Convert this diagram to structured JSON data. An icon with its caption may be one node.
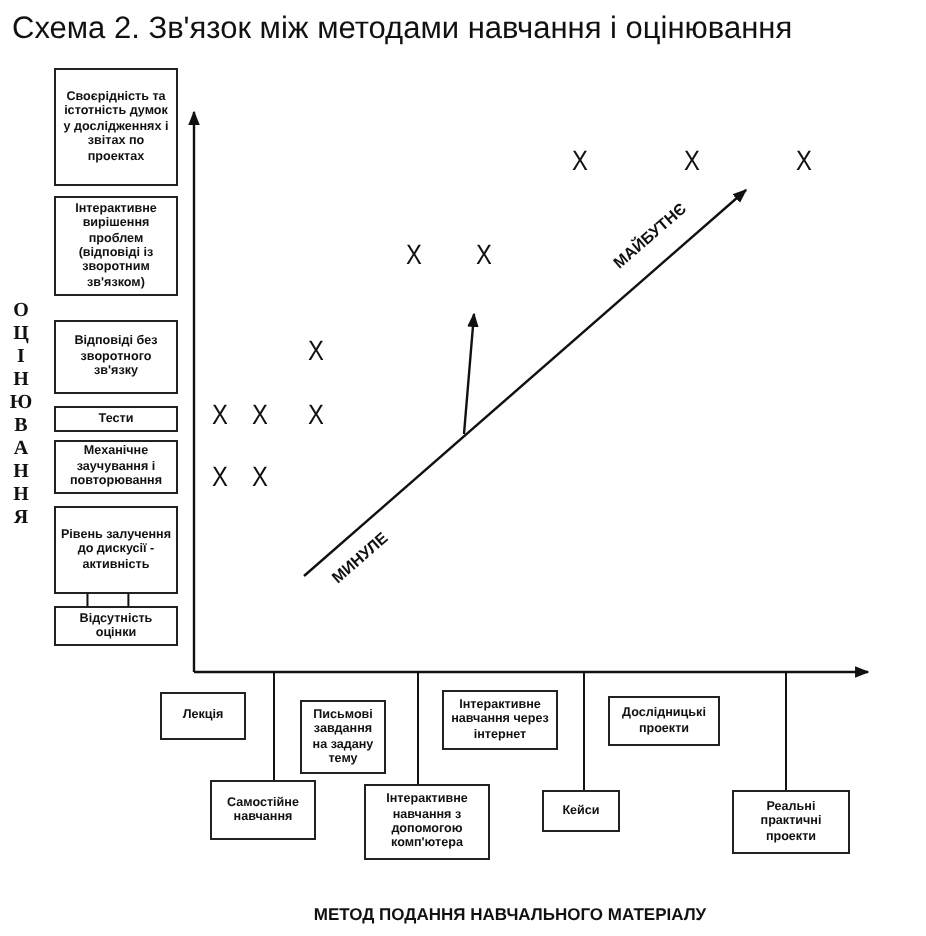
{
  "diagram": {
    "title": "Схема 2. Зв'язок між методами навчання і оцінювання",
    "nodes": [
      {
        "text": [
          "Своєрідність та істотність думок у дослідженнях і звітах по проектах"
        ]
      },
      {
        "text": [
          "Інтерактивне вирішення проблем (відповіді із зворотним зв'язком)"
        ]
      },
      {
        "text": [
          "Відповіді без зворотного зв'язку"
        ]
      },
      {
        "text": [
          "Тести"
        ]
      },
      {
        "text": [
          "Механічне заучування і повторювання"
        ]
      },
      {
        "text": [
          "Рівень залучення до дискусії - активність"
        ]
      },
      {
        "text": [
          "Відсутність оцінки"
        ]
      },
      {
        "text": [
          "Лекція"
        ]
      },
      {
        "text": [
          "Письмові завдання на задану тему"
        ]
      },
      {
        "text": [
          "Інтерактивне навчання через інтернет"
        ]
      },
      {
        "text": [
          "Дослідницькі проекти"
        ]
      },
      {
        "text": [
          "Самостійне навчання"
        ]
      },
      {
        "text": [
          "Інтерактивне навчання з допомогою комп'ютера"
        ]
      },
      {
        "text": [
          "Кейси"
        ]
      },
      {
        "text": [
          "Реальні практичні проекти"
        ]
      }
    ],
    "edges": [
      {
        "from": 5,
        "to": 6,
        "arrow": "none"
      },
      {
        "from": 5,
        "to": 6,
        "arrow": "none"
      },
      {
        "from": null,
        "to": 11,
        "arrow": "none"
      },
      {
        "from": null,
        "to": 12,
        "arrow": "none"
      },
      {
        "from": null,
        "to": 13,
        "arrow": "none"
      },
      {
        "from": null,
        "to": 14,
        "arrow": "none"
      }
    ],
    "labels": [
      "ОЦІНЮВАННЯ",
      "X",
      "X",
      "X",
      "МАЙБУТНЄ",
      "X",
      "X",
      "X",
      "X",
      "X",
      "X",
      "X",
      "X",
      "МИНУЛЕ",
      "МЕТОД ПОДАННЯ НАВЧАЛЬНОГО МАТЕРІАЛУ"
    ]
  }
}
